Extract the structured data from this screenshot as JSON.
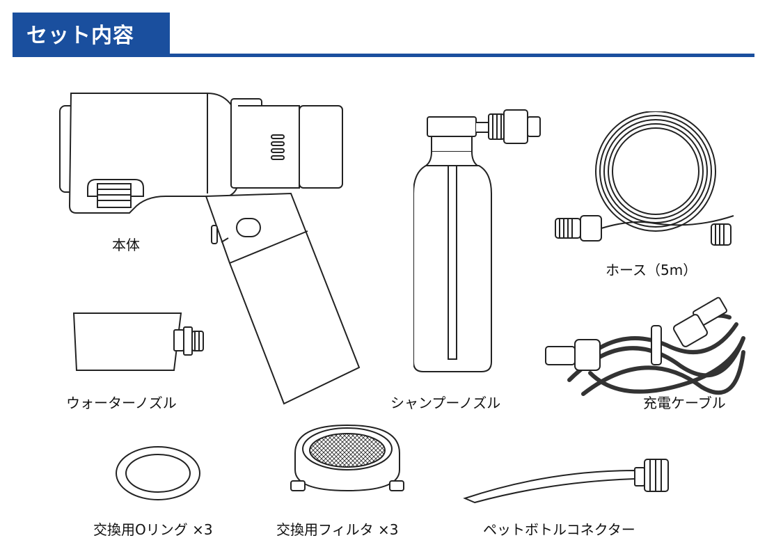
{
  "header": {
    "title": "セット内容",
    "accent_color": "#1a4f9e"
  },
  "items": [
    {
      "label": "本体",
      "icon": "device-body-icon"
    },
    {
      "label": "ホース（5m）",
      "icon": "hose-icon"
    },
    {
      "label": "ウォーターノズル",
      "icon": "water-nozzle-icon"
    },
    {
      "label": "シャンプーノズル",
      "icon": "shampoo-nozzle-icon"
    },
    {
      "label": "充電ケーブル",
      "icon": "charging-cable-icon"
    },
    {
      "label": "交換用Oリング ×3",
      "icon": "o-ring-icon"
    },
    {
      "label": "交換用フィルタ ×3",
      "icon": "filter-icon"
    },
    {
      "label": "ペットボトルコネクター",
      "icon": "bottle-connector-icon"
    }
  ]
}
